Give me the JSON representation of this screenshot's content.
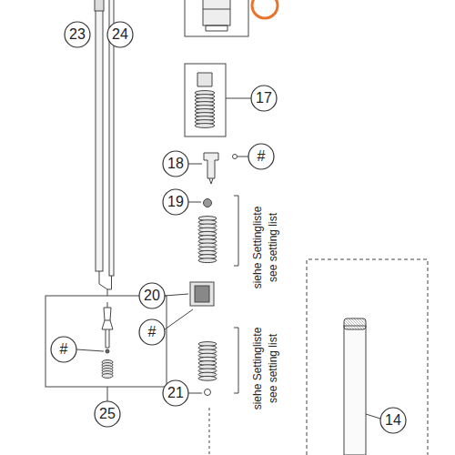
{
  "diagram": {
    "labels": [
      "23",
      "24",
      "17",
      "18",
      "#",
      "19",
      "siehe Settingliste",
      "see setting list",
      "20",
      "#",
      "21",
      "siehe Settingliste",
      "see setting list",
      "14",
      "#",
      "25"
    ]
  }
}
